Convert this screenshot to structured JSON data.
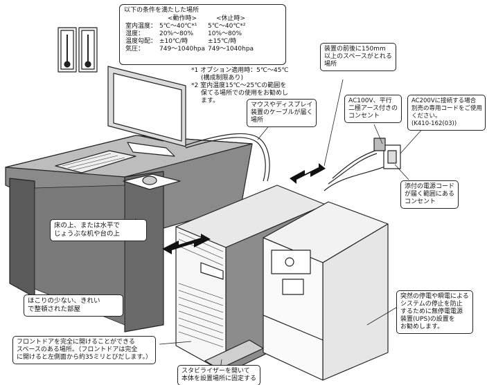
{
  "conditions": {
    "title": "以下の条件を満たした場所",
    "operating_header": "<動作時>",
    "resting_header": "<休止時>",
    "rows": [
      {
        "label": "室内温度：",
        "operating": "5℃～40℃*¹",
        "resting": "5℃～40℃*²"
      },
      {
        "label": "湿度：",
        "operating": "20%～80%",
        "resting": "10%～80%"
      },
      {
        "label": "温度勾配：",
        "operating": "±10℃/時",
        "resting": "±15℃/時"
      },
      {
        "label": "気圧：",
        "operating": "749～1040hpa",
        "resting": "749～1040hpa"
      }
    ]
  },
  "footnotes": [
    "*1 オプション適用時：5℃～45℃",
    "(構成制限あり)",
    "*2 室内温度15℃～25℃の範囲を",
    "保てる場所での使用をお勧めし",
    "ます。"
  ],
  "callouts": {
    "space_150mm": [
      "装置の前後に150mm",
      "以上のスペースがとれる",
      "場所"
    ],
    "cable_reach": [
      "マウスやディスプレイ",
      "装置のケーブルが届く",
      "場所"
    ],
    "ac100v": [
      "AC100V、平行",
      "二極アース付きの",
      "コンセント"
    ],
    "ac200v": [
      "AC200Vに接続する場合",
      "別売の専用コードをご使用",
      "ください。",
      "(K410-162(03))"
    ],
    "power_cord": [
      "添付の電源コード",
      "が届く範囲にある",
      "コンセント"
    ],
    "floor": [
      "床の上、または水平で",
      "じょうぶな机や台の上"
    ],
    "clean_room": [
      "ほこりの少ない、きれい",
      "で整頓された部屋"
    ],
    "front_door": [
      "フロントドアを完全に開けることができる",
      "スペースのある場所。（フロントドアは完全",
      "に開けると左側面から約35ミリとびだします。）"
    ],
    "stabilizer": [
      "スタビライザーを開いて",
      "本体を設置場所に固定する"
    ],
    "ups": [
      "突然の停電や瞬電による",
      "システムの停止を防止",
      "するために無停電電源",
      "装置(UPS)の設置を",
      "お勧めします。"
    ]
  }
}
